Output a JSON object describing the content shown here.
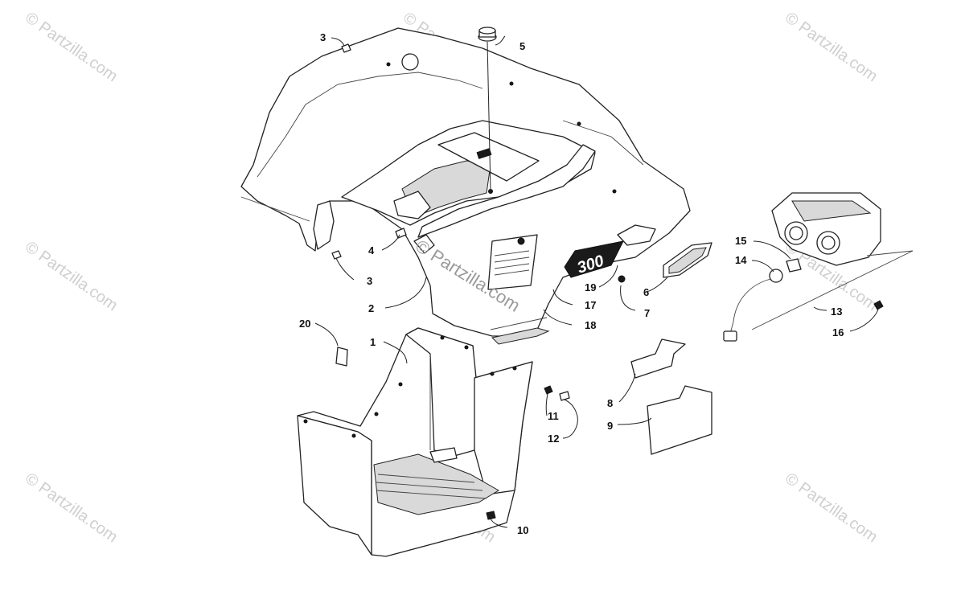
{
  "watermark": {
    "text": "© Partzilla.com",
    "center_text": "© Partzilla.com"
  },
  "callouts": [
    {
      "id": "c1",
      "label": "1"
    },
    {
      "id": "c2",
      "label": "2"
    },
    {
      "id": "c3a",
      "label": "3"
    },
    {
      "id": "c3b",
      "label": "3"
    },
    {
      "id": "c4",
      "label": "4"
    },
    {
      "id": "c5",
      "label": "5"
    },
    {
      "id": "c6",
      "label": "6"
    },
    {
      "id": "c7",
      "label": "7"
    },
    {
      "id": "c8",
      "label": "8"
    },
    {
      "id": "c9",
      "label": "9"
    },
    {
      "id": "c10",
      "label": "10"
    },
    {
      "id": "c11",
      "label": "11"
    },
    {
      "id": "c12",
      "label": "12"
    },
    {
      "id": "c13",
      "label": "13"
    },
    {
      "id": "c14",
      "label": "14"
    },
    {
      "id": "c15",
      "label": "15"
    },
    {
      "id": "c16",
      "label": "16"
    },
    {
      "id": "c17",
      "label": "17"
    },
    {
      "id": "c18",
      "label": "18"
    },
    {
      "id": "c19",
      "label": "19"
    },
    {
      "id": "c20",
      "label": "20"
    }
  ],
  "decal_text": "300"
}
